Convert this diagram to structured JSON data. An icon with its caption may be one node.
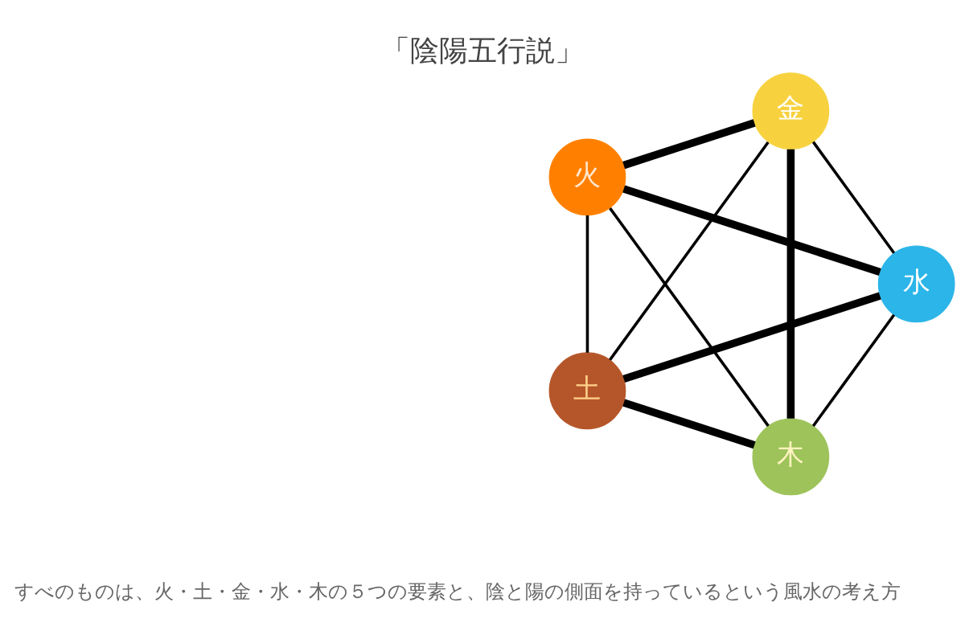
{
  "diagram": {
    "title": "「陰陽五行説」",
    "nodes": [
      {
        "text": [
          "木"
        ]
      },
      {
        "text": [
          "水"
        ]
      },
      {
        "text": [
          "火"
        ]
      },
      {
        "text": [
          "金"
        ]
      },
      {
        "text": [
          "土"
        ]
      }
    ],
    "edges": [
      {
        "from": 0,
        "to": 2,
        "arrow": "none",
        "color": "#000000"
      },
      {
        "from": 2,
        "to": 4,
        "arrow": "none",
        "color": "#000000"
      },
      {
        "from": 4,
        "to": 3,
        "arrow": "none",
        "color": "#000000"
      },
      {
        "from": 3,
        "to": 1,
        "arrow": "none",
        "color": "#000000"
      },
      {
        "from": 1,
        "to": 0,
        "arrow": "none",
        "color": "#000000"
      },
      {
        "from": 0,
        "to": 4,
        "arrow": "none",
        "style": "thick",
        "color": "#000000"
      },
      {
        "from": 0,
        "to": 3,
        "arrow": "none",
        "style": "thick",
        "color": "#000000"
      },
      {
        "from": 1,
        "to": 2,
        "arrow": "none",
        "style": "thick",
        "color": "#000000"
      },
      {
        "from": 1,
        "to": 4,
        "arrow": "none",
        "style": "thick",
        "color": "#000000"
      },
      {
        "from": 2,
        "to": 3,
        "arrow": "none",
        "style": "thick",
        "color": "#000000"
      }
    ],
    "labels": [
      "すべのものは、火・土・金・水・木の５つの要素と、陰と陽の側面を持っているという風水の考え方"
    ]
  }
}
